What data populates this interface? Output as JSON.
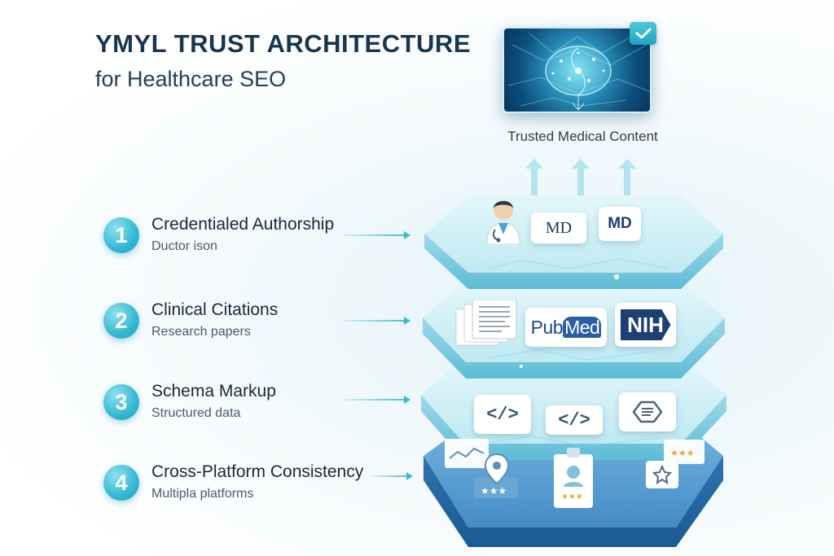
{
  "header": {
    "title": "YMYL TRUST ARCHITECTURE",
    "subtitle": "for Healthcare SEO"
  },
  "top": {
    "label": "Trusted Medical Content",
    "icons": [
      "brain-network-icon",
      "checkmark-icon",
      "arrow-up-icon"
    ]
  },
  "steps": [
    {
      "number": "1",
      "title": "Credentialed Authorship",
      "subtitle": "Ductor ison"
    },
    {
      "number": "2",
      "title": "Clinical Citations",
      "subtitle": "Research papers"
    },
    {
      "number": "3",
      "title": "Schema Markup",
      "subtitle": "Structured data"
    },
    {
      "number": "4",
      "title": "Cross-Platform Consistency",
      "subtitle": "Multipla platforms"
    }
  ],
  "layers": {
    "authorship": {
      "md_serif": "MD",
      "md_bold": "MD",
      "icons": [
        "doctor-avatar-icon"
      ]
    },
    "citations": {
      "pub": "Pub",
      "med": "Med",
      "nih": "NIH",
      "icons": [
        "document-stack-icon"
      ]
    },
    "schema": {
      "code_a": "</>",
      "code_b": "</>",
      "icons": [
        "code-icon",
        "settings-card-icon"
      ]
    },
    "platforms": {
      "icons": [
        "chart-card-icon",
        "map-pin-icon",
        "rating-stars-icon",
        "profile-badge-icon",
        "review-card-icon"
      ]
    }
  },
  "colors": {
    "accent": "#34b8d2",
    "title": "#1a3550",
    "layer_top": "#c6ecf4",
    "layer_bottom": "#2f7fc0",
    "stars": "#f0a43a"
  }
}
